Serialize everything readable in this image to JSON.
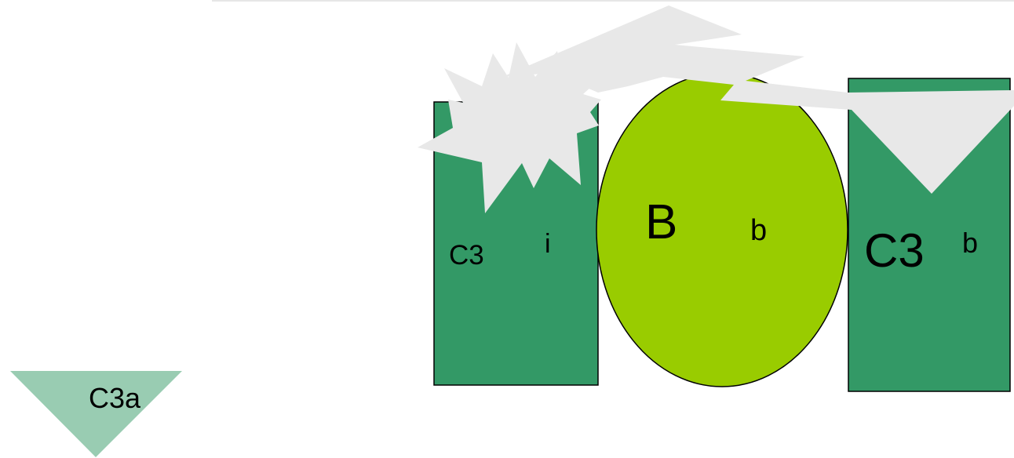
{
  "colors": {
    "background": "#ffffff",
    "rect_green": "#339966",
    "ellipse_green": "#99cc00",
    "triangle_light_green": "#99ccb2",
    "explosion_gray": "#e8e8e8",
    "outline": "#000000",
    "top_line": "#e6e6e6"
  },
  "shapes": {
    "left_rect": {
      "label_main": "C3",
      "label_small": "i"
    },
    "center_ellipse": {
      "label_main": "B",
      "label_small": "b"
    },
    "right_rect": {
      "label_main": "C3",
      "label_small": "b"
    },
    "down_triangle": {
      "label_main": "C3a"
    }
  }
}
